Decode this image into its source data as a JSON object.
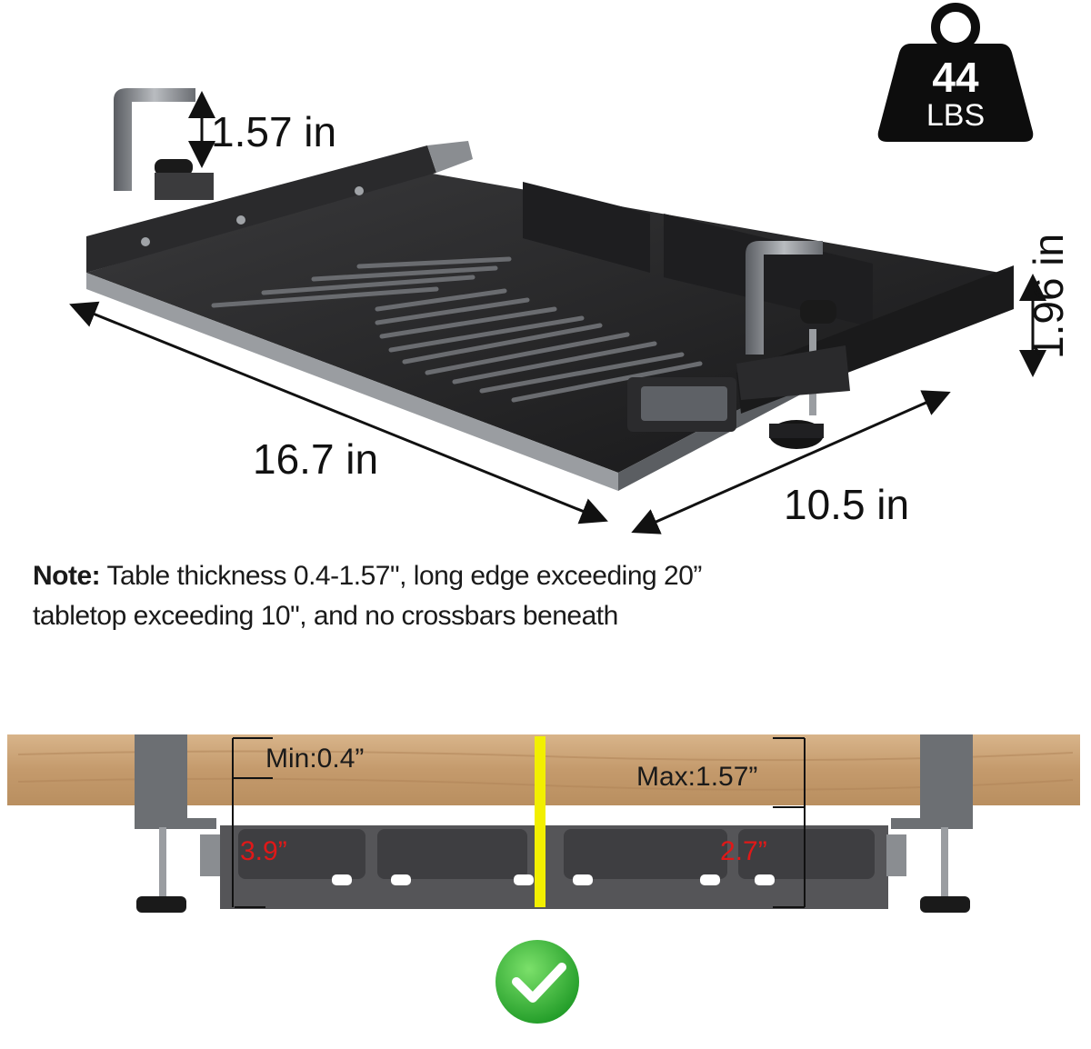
{
  "dimensions": {
    "clamp_height": "1.57 in",
    "width": "16.7 in",
    "depth": "10.5 in",
    "rail_height": "1.96 in"
  },
  "weight_badge": {
    "value": "44",
    "unit": "LBS"
  },
  "note": {
    "label": "Note:",
    "line1": " Table thickness 0.4-1.57\", long edge exceeding 20”",
    "line2": "tabletop  exceeding 10\", and no crossbars beneath"
  },
  "install_diagram": {
    "min_label": "Min:0.4”",
    "max_label": "Max:1.57”",
    "gap_left": "3.9”",
    "gap_right": "2.7”"
  },
  "icons": [
    "weight-icon",
    "check-icon"
  ],
  "colors": {
    "panel_border": "#2b2a8f",
    "gap_text": "#e01818",
    "center_line": "#f2ef00",
    "check": "#2eb82e",
    "wood": "#c9a57a"
  }
}
